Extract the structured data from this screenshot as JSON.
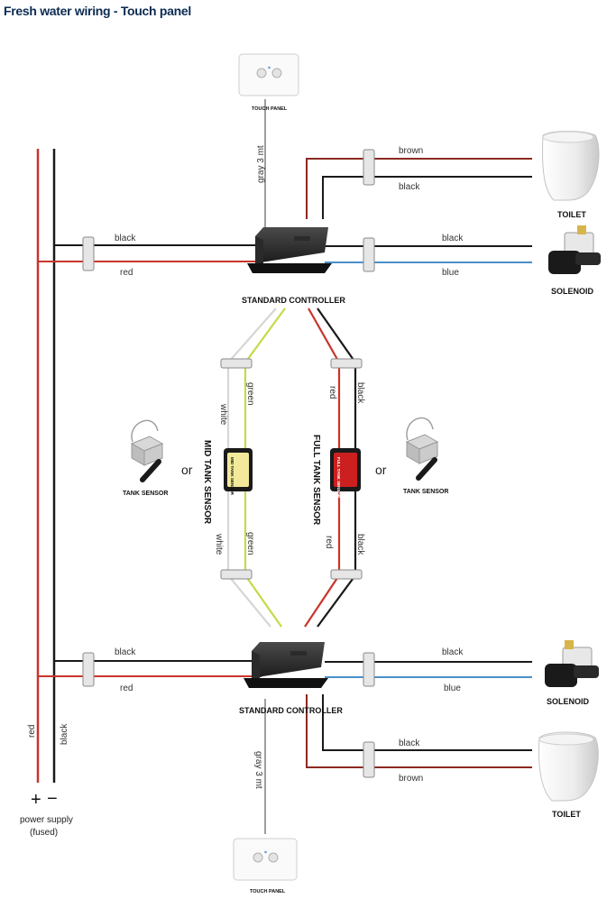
{
  "title": "Fresh water wiring - Touch  panel",
  "labels": {
    "touch_panel": "TOUCH PANEL",
    "gray_cable": "gray 3 mt",
    "toilet": "TOILET",
    "solenoid": "SOLENOID",
    "controller": "STANDARD CONTROLLER",
    "tank_sensor": "TANK SENSOR",
    "or": "or",
    "mid_tank_sensor": "MID TANK SENSOR",
    "full_tank_sensor": "FULL TANK SENSOR",
    "brown": "brown",
    "black": "black",
    "red": "red",
    "blue": "blue",
    "white": "white",
    "green": "green",
    "plus": "+",
    "minus": "−",
    "power_supply": "power supply",
    "fused": "(fused)"
  },
  "colors": {
    "title": "#0c2b52",
    "wire_red": "#c8352c",
    "wire_black": "#1a1a1a",
    "wire_brown": "#8b2a22",
    "wire_blue": "#4a90c8",
    "wire_gray": "#9e9e9e",
    "wire_white": "#d6d6d6",
    "wire_green": "#c8d94a",
    "mid_sensor_fill": "#f2ea9a",
    "full_sensor_fill": "#cc1f1f"
  }
}
